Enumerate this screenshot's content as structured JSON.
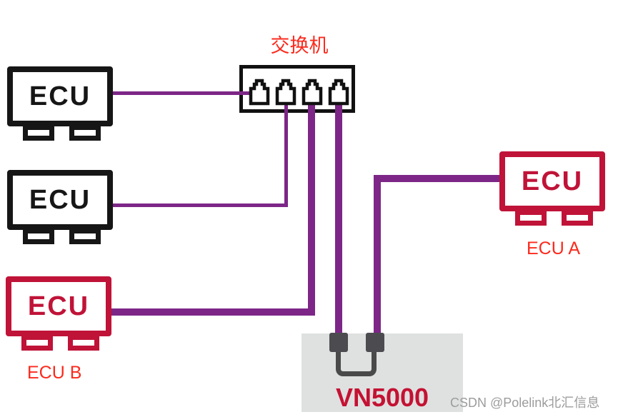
{
  "labels": {
    "switch_title": "交换机",
    "ecu_text": "ECU",
    "ecu_a": "ECU A",
    "ecu_b": "ECU B",
    "device": "VN5000",
    "watermark": "CSDN @Polelink北汇信息"
  },
  "colors": {
    "black_ecu": "#161616",
    "red_ecu": "#C01338",
    "label_red": "#FB2A1D",
    "device_label_red": "#C41233",
    "wire_purple": "#7D2687",
    "device_body_gray": "#DFE1E1",
    "connector_gray": "#4C4C50",
    "loopback_gray": "#4A4A4A",
    "watermark_gray": "#9C9C9C"
  },
  "switch": {
    "port_count": 4
  },
  "nodes": [
    {
      "id": "ecu-top-left",
      "type": "ecu",
      "color": "black"
    },
    {
      "id": "ecu-mid-left",
      "type": "ecu",
      "color": "black"
    },
    {
      "id": "ecu-b",
      "type": "ecu",
      "color": "red",
      "label": "ECU B"
    },
    {
      "id": "ecu-a",
      "type": "ecu",
      "color": "red",
      "label": "ECU A"
    },
    {
      "id": "switch",
      "type": "ethernet-switch",
      "label": "交换机",
      "ports": 4
    },
    {
      "id": "vn5000",
      "type": "interface-device",
      "label": "VN5000",
      "connectors": 2
    }
  ],
  "connections": [
    {
      "from": "ecu-top-left",
      "to": "switch-port-1",
      "style": "thin-purple"
    },
    {
      "from": "ecu-mid-left",
      "to": "switch-port-2",
      "style": "thin-purple"
    },
    {
      "from": "ecu-b",
      "to": "switch-port-3",
      "style": "thick-purple"
    },
    {
      "from": "switch-port-4",
      "to": "vn5000-connector-1",
      "style": "thick-purple"
    },
    {
      "from": "ecu-a",
      "to": "vn5000-connector-2",
      "style": "thick-purple"
    },
    {
      "from": "vn5000-connector-1",
      "to": "vn5000-connector-2",
      "style": "loopback-cable"
    }
  ]
}
